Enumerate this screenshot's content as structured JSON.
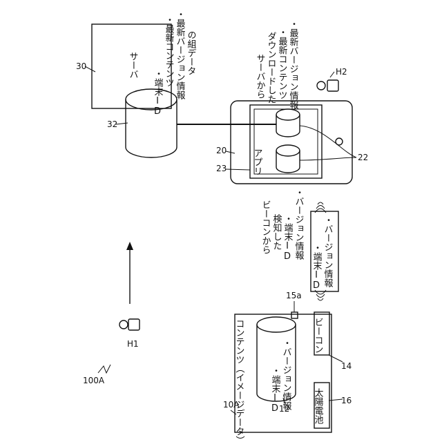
{
  "figure_label": "100A",
  "server": {
    "label": "サーバ",
    "ref": "30",
    "db_ref": "32",
    "db_note": [
      "・端末ID",
      "・最新コンテンツ",
      "・最新バージョン情報",
      "の組データ"
    ]
  },
  "terminal": {
    "ref": "20",
    "display_ref": "23",
    "db_ref": "22",
    "app_label": "アプリ",
    "download_note": [
      "サーバから",
      "ダウンロードした",
      "・最新コンテンツ",
      "・最新バージョン情報"
    ]
  },
  "users": {
    "h1": "H1",
    "h2": "H2"
  },
  "content": {
    "ref": "10A",
    "label": "コンテンツ（イメージデータ）",
    "storage_ref": "12",
    "storage_note": [
      "・端末ID",
      "・バージョン情報"
    ],
    "beacon_ref": "14",
    "beacon_label": "ビーコン",
    "antenna_ref": "15a",
    "battery_ref": "16",
    "battery_label": "太陽電池"
  },
  "beacon_note": [
    "ビーコンから",
    "検知した",
    "・端末ID",
    "・バージョン情報"
  ],
  "signal_box": [
    "・端末ID",
    "・バージョン情報"
  ]
}
